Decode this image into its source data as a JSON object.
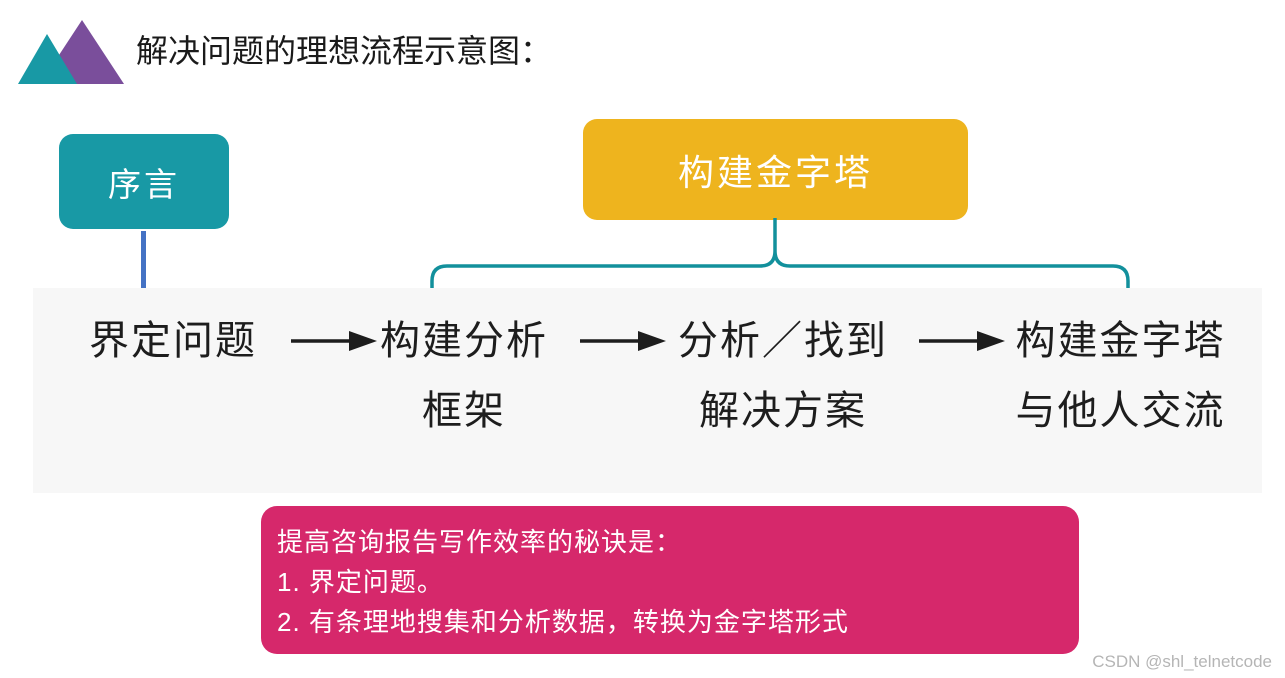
{
  "header": {
    "title": "解决问题的理想流程示意图：",
    "logo": {
      "name": "dual-triangle-logo",
      "teal_color": "#1899a5",
      "purple_color": "#7a4e9b"
    }
  },
  "diagram": {
    "boxes": [
      {
        "id": "preface",
        "label": "序言",
        "color": "#1899a5",
        "text_color": "#ffffff"
      },
      {
        "id": "pyramid",
        "label": "构建金字塔",
        "color": "#eeb41e",
        "text_color": "#ffffff"
      }
    ],
    "connectors": [
      {
        "id": "preface-line",
        "type": "vertical-line",
        "color": "#4472c4"
      },
      {
        "id": "pyramid-brace",
        "type": "curly-brace",
        "color": "#12909c"
      }
    ],
    "flow": {
      "panel_color": "#f7f7f7",
      "arrow_glyph": "arrow-right",
      "steps": [
        {
          "id": "step-1",
          "label": "界定问题"
        },
        {
          "id": "step-2",
          "label": "构建分析\n框架"
        },
        {
          "id": "step-3",
          "label": "分析／找到\n解决方案"
        },
        {
          "id": "step-4",
          "label": "构建金字塔\n与他人交流"
        }
      ]
    }
  },
  "callout": {
    "color": "#d6286b",
    "text_color": "#ffffff",
    "lines": [
      "提高咨询报告写作效率的秘诀是：",
      "1. 界定问题。",
      "2. 有条理地搜集和分析数据，转换为金字塔形式"
    ]
  },
  "watermark": {
    "text": "CSDN @shl_telnetcode"
  }
}
